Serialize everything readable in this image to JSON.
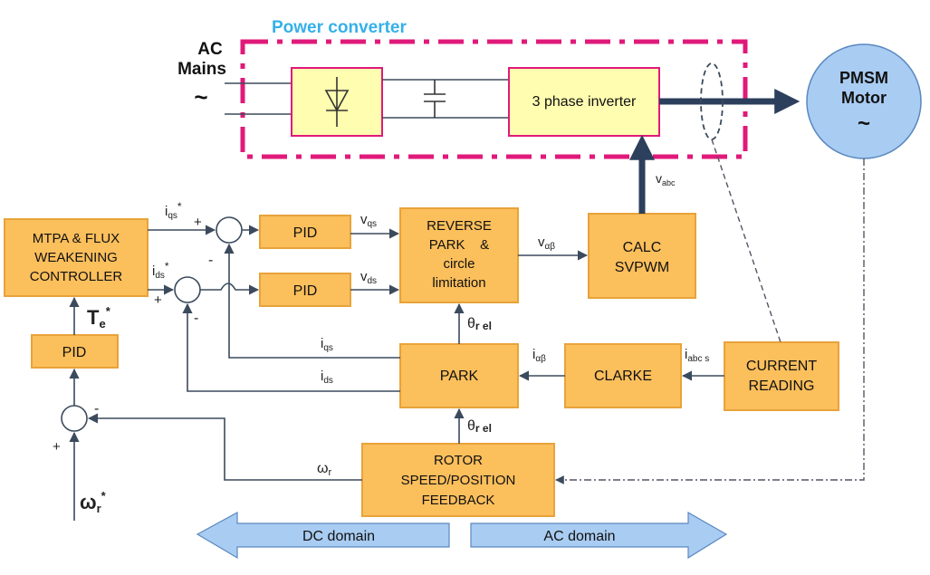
{
  "converter": {
    "title": "Power converter",
    "inverter": "3 phase inverter"
  },
  "ac_mains": {
    "line1": "AC",
    "line2": "Mains",
    "symbol": "~"
  },
  "motor": {
    "line1": "PMSM",
    "line2": "Motor",
    "symbol": "~"
  },
  "blocks": {
    "mtpa": [
      "MTPA & FLUX",
      "WEAKENING",
      "CONTROLLER"
    ],
    "pid_speed": "PID",
    "pid_q": "PID",
    "pid_d": "PID",
    "reverse_park": [
      "REVERSE",
      "PARK    &",
      "circle",
      "limitation"
    ],
    "svpwm": [
      "CALC",
      "SVPWM"
    ],
    "park": "PARK",
    "clarke": "CLARKE",
    "current": [
      "CURRENT",
      "READING"
    ],
    "rotor": [
      "ROTOR",
      "SPEED/POSITION",
      "FEEDBACK"
    ]
  },
  "signals": {
    "iqs_ref": "i",
    "iqs_ref_sub": "qs",
    "iqs_ref_sup": "*",
    "ids_ref": "i",
    "ids_ref_sub": "ds",
    "ids_ref_sup": "*",
    "te": "T",
    "te_sub": "e",
    "te_sup": "*",
    "vqs": "v",
    "vqs_sub": "qs",
    "vds": "v",
    "vds_sub": "ds",
    "valpha": "v",
    "valpha_sub": "αβ",
    "vabc": "v",
    "vabc_sub": "abc",
    "ialpha": "i",
    "ialpha_sub": "αβ",
    "iabc": "i",
    "iabc_sub": "abc s",
    "iqs": "i",
    "iqs_sub": "qs",
    "ids": "i",
    "ids_sub": "ds",
    "theta1": "θ",
    "theta1_sub": "r el",
    "theta2": "θ",
    "theta2_sub": "r el",
    "wr": "ω",
    "wr_sub": "r",
    "wr_ref": "ω",
    "wr_ref_sub": "r",
    "wr_ref_sup": "*"
  },
  "signs": {
    "q_plus": "+",
    "q_minus": "-",
    "d_plus": "+",
    "d_minus": "-",
    "w_plus": "+",
    "w_minus": "-"
  },
  "domains": {
    "dc": "DC domain",
    "ac": "AC domain"
  },
  "colors": {
    "block": "#fbbf5c",
    "converter_border": "#e0197a",
    "converter_fill": "#fffdb0",
    "motor": "#a9ccf2",
    "domain_arrow": "#a9ccf2"
  }
}
